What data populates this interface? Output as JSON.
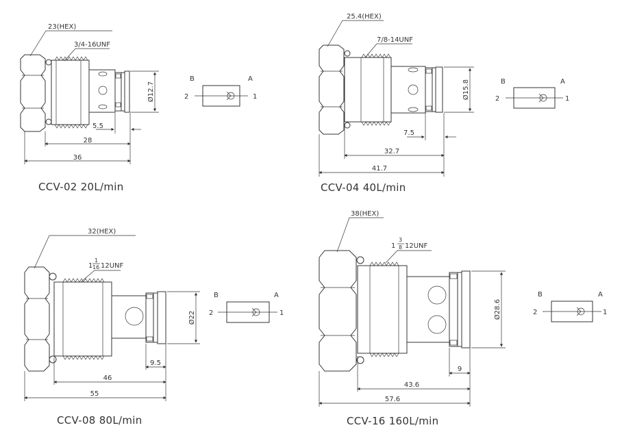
{
  "valves": [
    {
      "caption": "CCV-02  20L/min",
      "hex": "23(HEX)",
      "thread": "3/4-16UNF",
      "diameter": "Ø12.7",
      "dim_small": "5.5",
      "dim_mid": "28",
      "dim_total": "36",
      "port_b": "B",
      "port_a": "A",
      "port_2": "2",
      "port_1": "1"
    },
    {
      "caption": "CCV-04  40L/min",
      "hex": "25.4(HEX)",
      "thread": "7/8-14UNF",
      "diameter": "Ø15.8",
      "dim_small": "7.5",
      "dim_mid": "32.7",
      "dim_total": "41.7",
      "port_b": "B",
      "port_a": "A",
      "port_2": "2",
      "port_1": "1"
    },
    {
      "caption": "CCV-08  80L/min",
      "hex": "32(HEX)",
      "thread_whole": "1",
      "thread_num": "1",
      "thread_den": "16",
      "thread_rest": "12UNF",
      "diameter": "Ø22",
      "dim_small": "9.5",
      "dim_mid": "46",
      "dim_total": "55",
      "port_b": "B",
      "port_a": "A",
      "port_2": "2",
      "port_1": "1"
    },
    {
      "caption": "CCV-16  160L/min",
      "hex": "38(HEX)",
      "thread_whole": "1",
      "thread_num": "3",
      "thread_den": "8",
      "thread_rest": "12UNF",
      "diameter": "Ø28.6",
      "dim_small": "9",
      "dim_mid": "43.6",
      "dim_total": "57.6",
      "port_b": "B",
      "port_a": "A",
      "port_2": "2",
      "port_1": "1"
    }
  ]
}
